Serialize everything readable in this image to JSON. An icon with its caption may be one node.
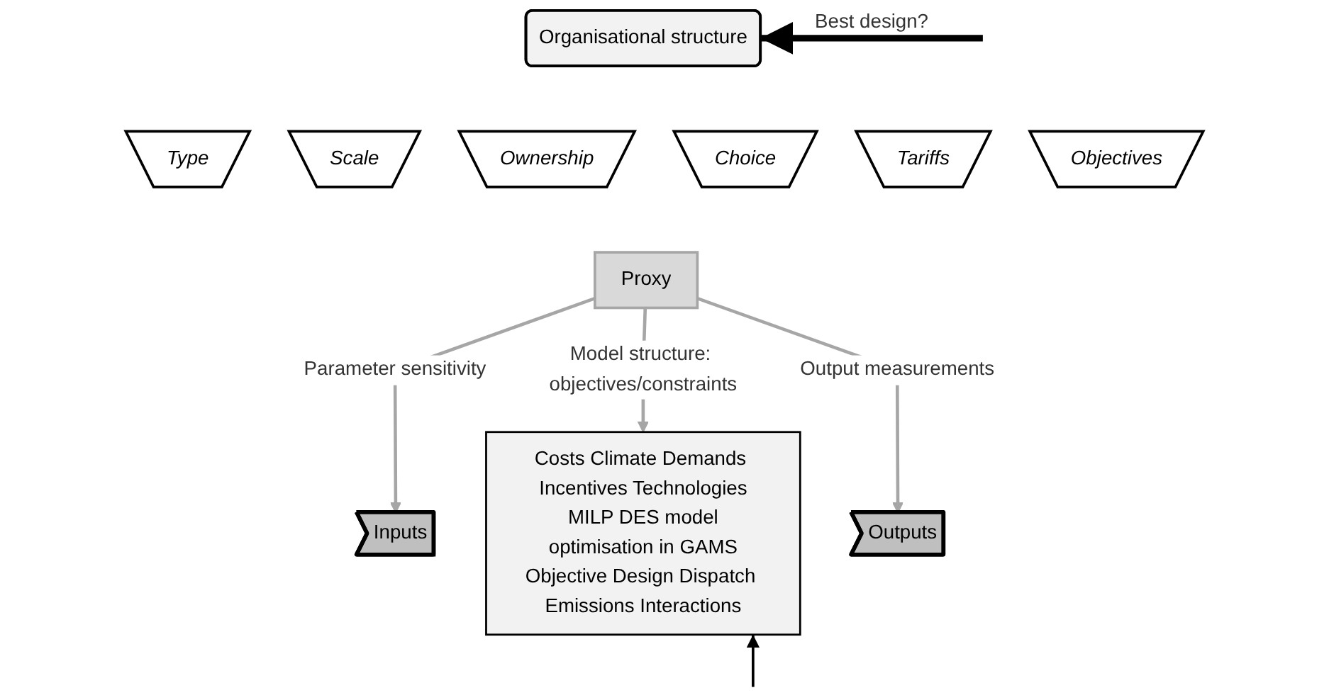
{
  "diagram": {
    "nodes": [
      {
        "text": [
          "Organisational structure"
        ]
      },
      {
        "text": [
          "Type"
        ]
      },
      {
        "text": [
          "Scale"
        ]
      },
      {
        "text": [
          "Ownership"
        ]
      },
      {
        "text": [
          "Choice"
        ]
      },
      {
        "text": [
          "Tariffs"
        ]
      },
      {
        "text": [
          "Objectives"
        ]
      },
      {
        "text": [
          "Proxy"
        ]
      },
      {
        "text": [
          "Costs Climate Demands Incentives Technologies",
          "MILP DES model",
          "optimisation in GAMS",
          "Objective Design Dispatch Emissions Interactions"
        ]
      },
      {
        "text": [
          "Inputs"
        ]
      },
      {
        "text": [
          "Outputs"
        ]
      }
    ],
    "edges": [
      {
        "from": null,
        "to": 0,
        "arrow": "to",
        "label": "Best design?",
        "style": "thick",
        "color": "#000000"
      },
      {
        "from": 7,
        "to": 9,
        "arrow": "to",
        "label": "Parameter sensitivity"
      },
      {
        "from": 7,
        "to": 8,
        "arrow": "to",
        "label": "Model structure: objectives/constraints"
      },
      {
        "from": 7,
        "to": 10,
        "arrow": "to",
        "label": "Output measurements"
      },
      {
        "from": null,
        "to": 8,
        "arrow": "to",
        "color": "#000000"
      }
    ]
  }
}
